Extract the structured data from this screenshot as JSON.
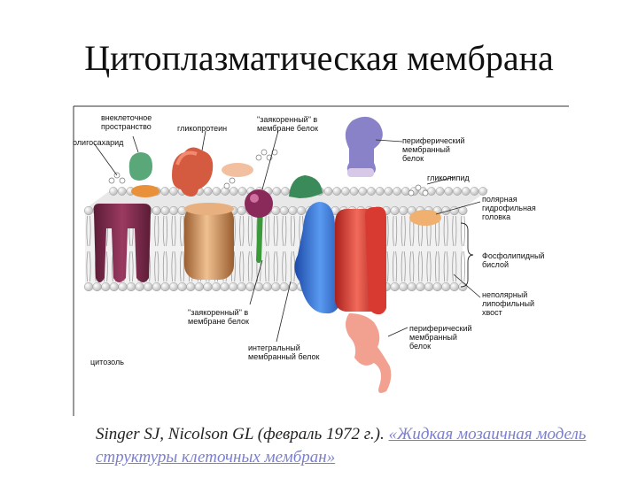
{
  "slide": {
    "title": "Цитоплазматическая мембрана"
  },
  "labels": {
    "extracellular": "внеклеточное\nпространство",
    "glycoprotein": "гликопротеин",
    "anchored_top": "\"заякоренный\" в\nмембране белок",
    "oligosaccharide": "олигосахарид",
    "peripheral_top": "периферический\nмембранный\nбелок",
    "glycolipid": "гликолипид",
    "polar_head": "полярная\nгидрофильная\nголовка",
    "phospholipid_bilayer": "Фосфолипидный\nбислой",
    "nonpolar_tail": "неполярный\nлипофильный\nхвост",
    "anchored_bottom": "\"заякоренный\" в\nмембране белок",
    "peripheral_bottom": "периферический\nмембранный\nбелок",
    "integral": "интегральный\nмембранный белок",
    "cytosol": "цитозоль"
  },
  "citation": {
    "authors": "Singer SJ, Nicolson GL (февраль 1972 г.).",
    "link_text": "«Жидкая мозаичная модель структуры клеточных мембран»"
  },
  "colors": {
    "lipid_head": "#d4d4d4",
    "lipid_tail": "#b8b8b8",
    "purple_protein": "#7a2a4a",
    "tan_protein": "#c98a55",
    "blue_protein": "#2e6fd8",
    "red_protein": "#d23a35",
    "pink_peripheral": "#f2a090",
    "lavender_peripheral": "#8a82c8"
  }
}
